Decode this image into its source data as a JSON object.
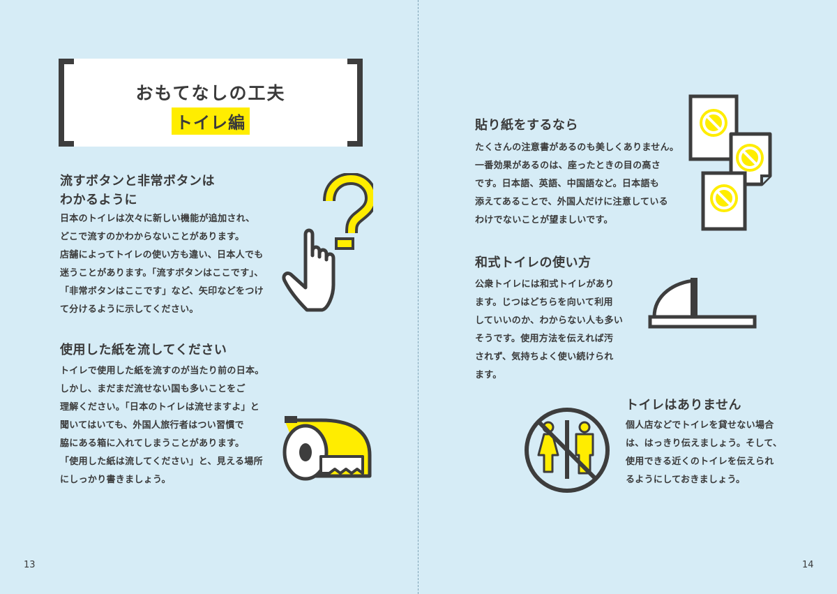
{
  "left_page": {
    "title": "おもてなしの工夫",
    "subtitle": "トイレ編",
    "section1": {
      "heading": [
        "流すボタンと非常ボタンは",
        "わかるように"
      ],
      "body": [
        "日本のトイレは次々に新しい機能が追加され、",
        "どこで流すのかわからないことがあります。",
        "店舗によってトイレの使い方も違い、日本人でも",
        "迷うことがあります。「流すボタンはここです」、",
        "「非常ボタンはここです」など、矢印などをつけ",
        "て分けるように示してください。"
      ]
    },
    "section2": {
      "heading": "使用した紙を流してください",
      "body": [
        "トイレで使用した紙を流すのが当たり前の日本。",
        "しかし、まだまだ流せない国も多いことをご",
        "理解ください。「日本のトイレは流せますよ」と",
        "聞いてはいても、外国人旅行者はつい習慣で",
        "脇にある箱に入れてしまうことがあります。",
        "「使用した紙は流してください」と、見える場所",
        "にしっかり書きましょう。"
      ]
    },
    "page_number": "13"
  },
  "right_page": {
    "section1": {
      "heading": "貼り紙をするなら",
      "body": [
        "たくさんの注意書があるのも美しくありません。",
        "一番効果があるのは、座ったときの目の高さ",
        "です。日本語、英語、中国語など。日本語も",
        "添えてあることで、外国人だけに注意している",
        "わけでないことが望ましいです。"
      ]
    },
    "section2": {
      "heading": "和式トイレの使い方",
      "body": [
        "公衆トイレには和式トイレがあり",
        "ます。じつはどちらを向いて利用",
        "していいのか、わからない人も多い",
        "そうです。使用方法を伝えれば汚",
        "されず、気持ちよく使い続けられ",
        "ます。"
      ]
    },
    "section3": {
      "heading": "トイレはありません",
      "body": [
        "個人店などでトイレを貸せない場合",
        "は、はっきり伝えましょう。そして、",
        "使用できる近くのトイレを伝えられ",
        "るようにしておきましょう。"
      ]
    },
    "page_number": "14"
  },
  "colors": {
    "background": "#d6ecf6",
    "accent_yellow": "#ffed00",
    "ink": "#3d3d3d",
    "white": "#ffffff"
  },
  "icons": {
    "left_1": "question-mark-pointing-hand-icon",
    "left_2": "toilet-paper-roll-icon",
    "right_1": "prohibition-signs-papers-icon",
    "right_2": "squat-toilet-icon",
    "right_3": "no-toilet-restroom-icon"
  }
}
